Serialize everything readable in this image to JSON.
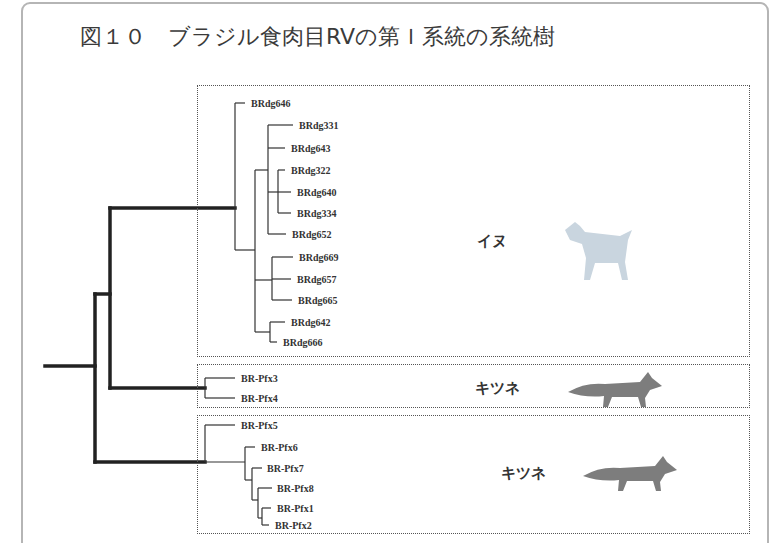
{
  "diagram": {
    "title": "図１０　ブラジル食肉目RVの第Ｉ系統の系統樹",
    "nodes": [
      {
        "text": [
          "BRdg646",
          "BRdg331",
          "BRdg643",
          "BRdg322",
          "BRdg640",
          "BRdg334",
          "BRdg652",
          "BRdg669",
          "BRdg657",
          "BRdg665",
          "BRdg642",
          "BRdg666",
          "イヌ"
        ]
      },
      {
        "text": [
          "BR-Pfx3",
          "BR-Pfx4",
          "キツネ"
        ]
      },
      {
        "text": [
          "BR-Pfx5",
          "BR-Pfx6",
          "BR-Pfx7",
          "BR-Pfx8",
          "BR-Pfx1",
          "BR-Pfx2",
          "キツネ"
        ]
      }
    ]
  }
}
